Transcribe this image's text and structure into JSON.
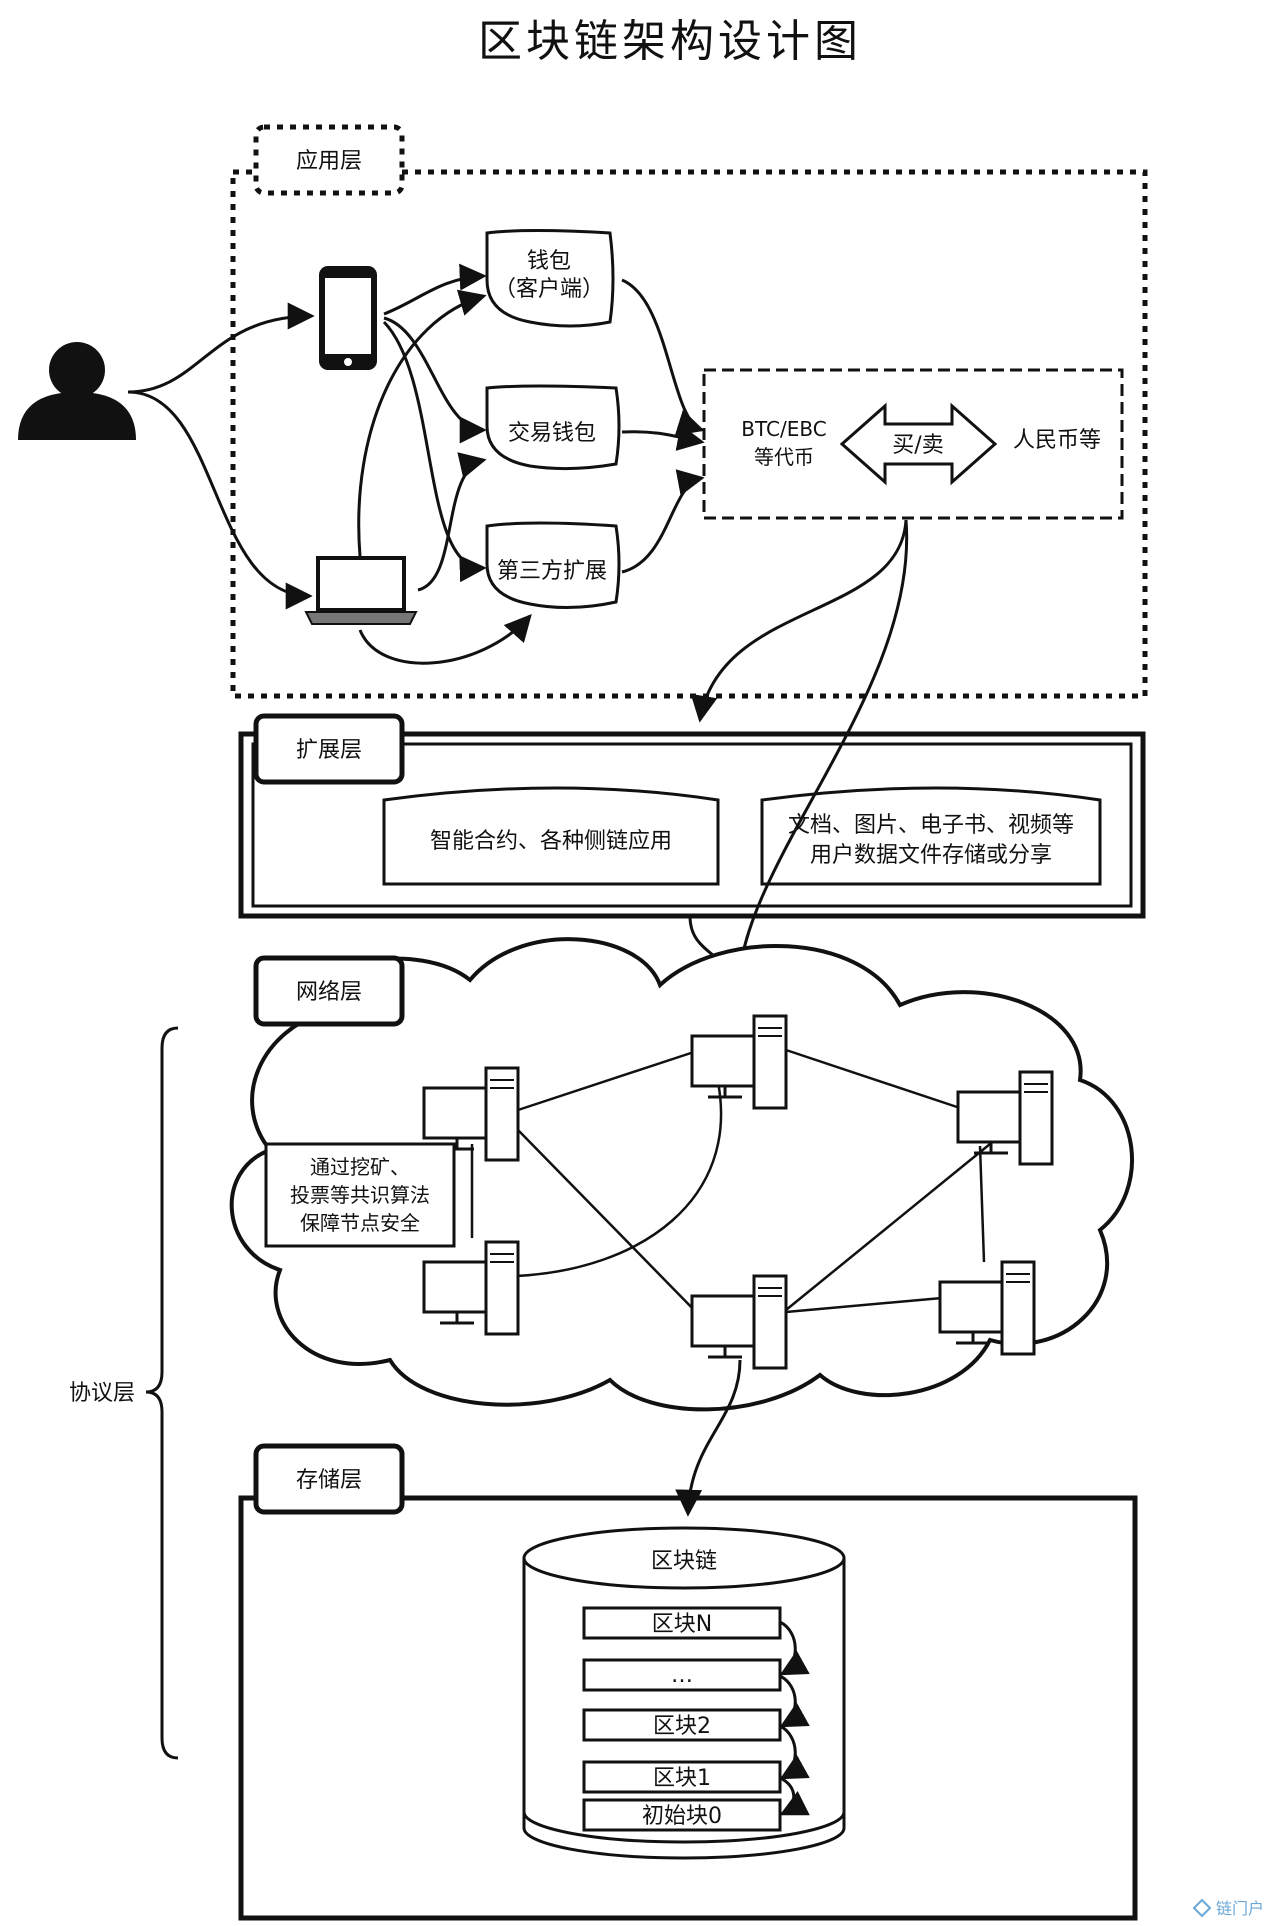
{
  "title": "区块链架构设计图",
  "layers": {
    "application": "应用层",
    "extension": "扩展层",
    "network": "网络层",
    "storage": "存储层",
    "protocol": "协议层"
  },
  "application": {
    "wallet_line1": "钱包",
    "wallet_line2": "（客户端）",
    "exchange_wallet": "交易钱包",
    "third_party": "第三方扩展",
    "coins_line1": "BTC/EBC",
    "coins_line2": "等代币",
    "trade": "买/卖",
    "fiat": "人民币等"
  },
  "extension": {
    "contracts": "智能合约、各种侧链应用",
    "files_line1": "文档、图片、电子书、视频等",
    "files_line2": "用户数据文件存储或分享"
  },
  "network": {
    "consensus_line1": "通过挖矿、",
    "consensus_line2": "投票等共识算法",
    "consensus_line3": "保障节点安全"
  },
  "storage": {
    "db_title": "区块链",
    "blocks": [
      "区块N",
      "…",
      "区块2",
      "区块1",
      "初始块0"
    ]
  },
  "watermark": "链门户"
}
